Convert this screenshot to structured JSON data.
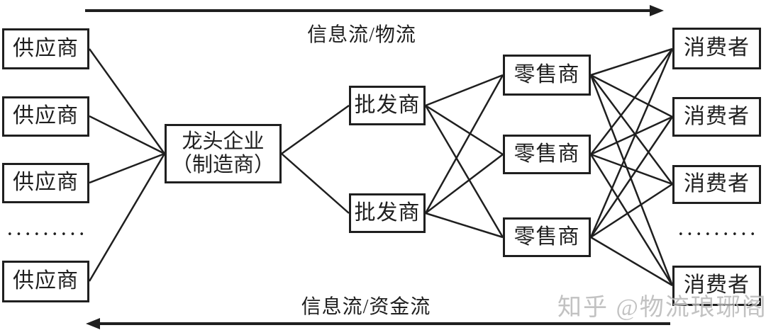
{
  "diagram": {
    "title_semantics": "supply-chain-network-diagram",
    "top_flow_label": "信息流/物流",
    "bottom_flow_label": "信息流/资金流",
    "suppliers": [
      "供应商",
      "供应商",
      "供应商",
      "供应商"
    ],
    "suppliers_ellipsis": "•••••••••",
    "manufacturer": {
      "line1": "龙头企业",
      "line2": "（制造商）"
    },
    "wholesalers": [
      "批发商",
      "批发商"
    ],
    "retailers": [
      "零售商",
      "零售商",
      "零售商"
    ],
    "consumers": [
      "消费者",
      "消费者",
      "消费者",
      "消费者"
    ],
    "consumers_ellipsis": "•••••••••",
    "watermark": "知乎 @物流琅琊阁",
    "colors": {
      "background": "#ffffff",
      "line": "#1f1f1f",
      "box_border": "#1f1f1f",
      "text": "#1f1f1f",
      "watermark": "#b4b4b4"
    }
  }
}
